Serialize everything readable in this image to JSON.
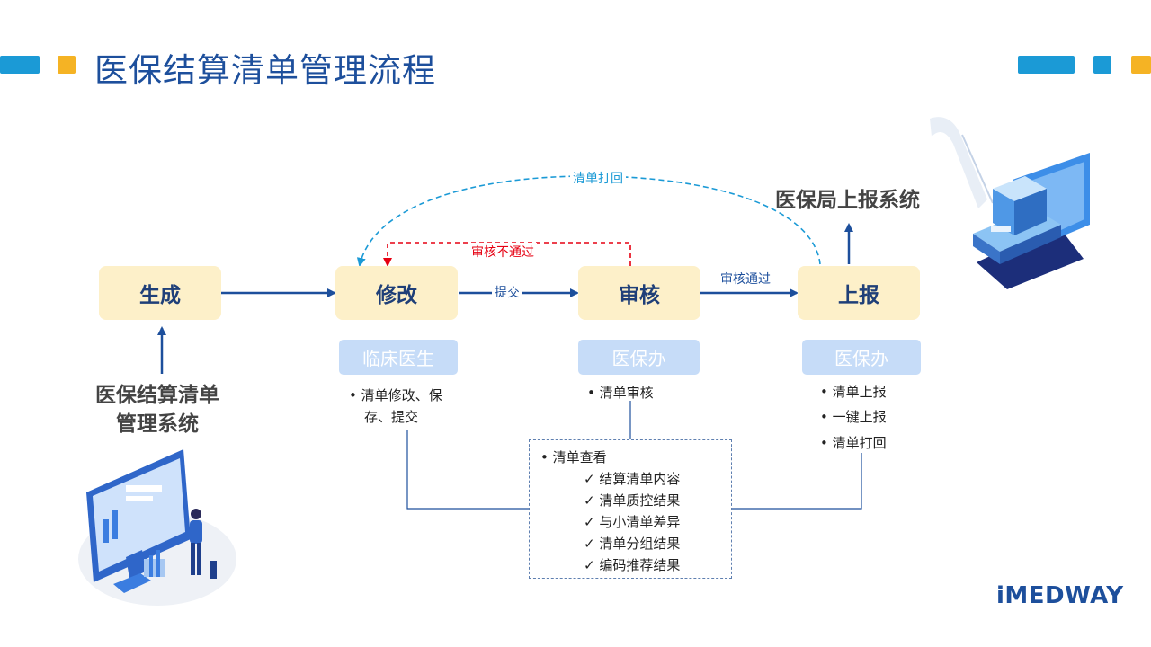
{
  "title": "医保结算清单管理流程",
  "stages": {
    "generate": "生成",
    "modify": "修改",
    "review": "审核",
    "report": "上报"
  },
  "roles": {
    "modify": "临床医生",
    "review": "医保办",
    "report": "医保办"
  },
  "bullets": {
    "modify": "• 清单修改、保",
    "modify_cont": "存、提交",
    "review": "• 清单审核",
    "report": [
      "• 清单上报",
      "• 一键上报",
      "• 清单打回"
    ]
  },
  "flow_labels": {
    "submit": "提交",
    "pass": "审核通过",
    "fail": "审核不通过",
    "return": "清单打回"
  },
  "source_system": {
    "line1": "医保结算清单",
    "line2": "管理系统"
  },
  "target_system": "医保局上报系统",
  "view_box": {
    "header": "• 清单查看",
    "items": [
      "✓ 结算清单内容",
      "✓ 清单质控结果",
      "✓ 与小清单差异",
      "✓ 清单分组结果",
      "✓ 编码推荐结果"
    ]
  },
  "logo": "iMEDWAY",
  "colors": {
    "primary": "#1d4f9c",
    "stage_fill": "#fdf0c9",
    "role_fill": "#c6dcf8",
    "fail": "#e60012",
    "return": "#1b9ad6",
    "accent": "#f5b324"
  }
}
